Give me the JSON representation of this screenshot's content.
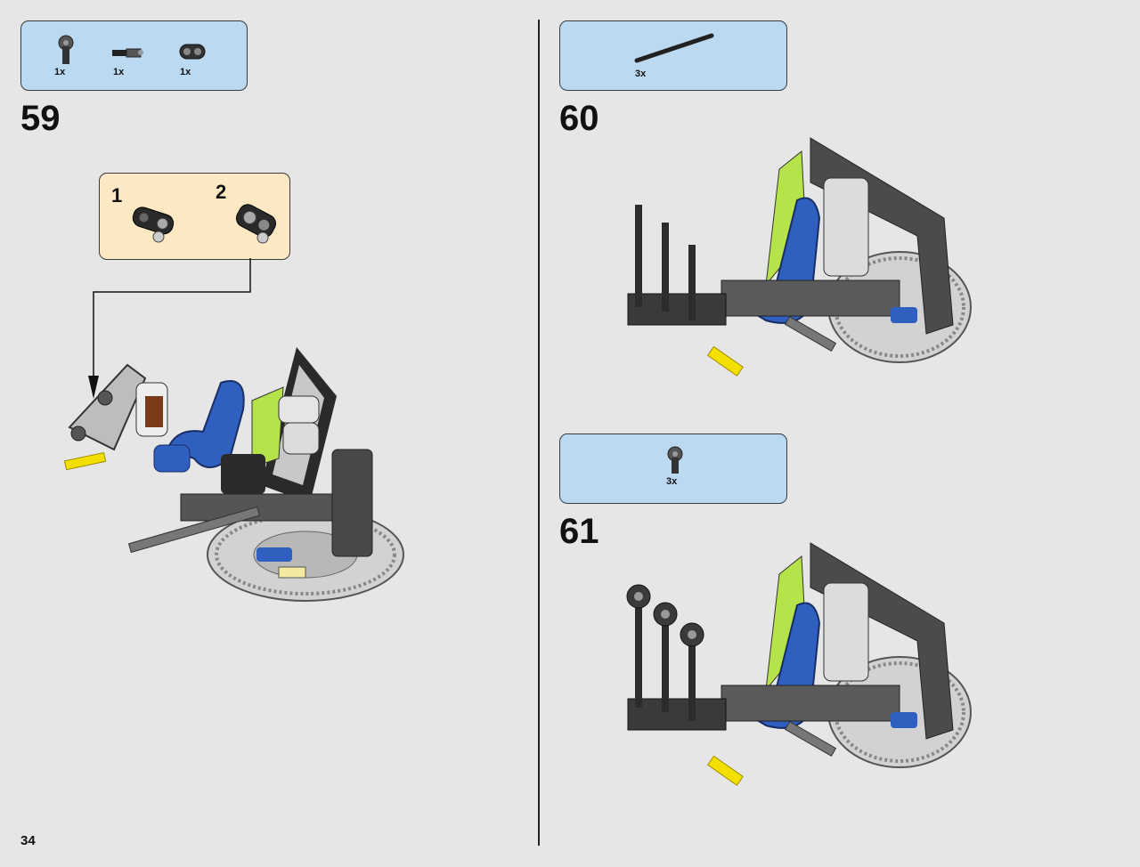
{
  "page": {
    "number": "34"
  },
  "steps": [
    {
      "number": "59",
      "parts": [
        {
          "icon": "connector-peg-icon",
          "qty": "1x"
        },
        {
          "icon": "axle-peg-icon",
          "qty": "1x"
        },
        {
          "icon": "double-connector-icon",
          "qty": "1x"
        }
      ],
      "subassembly": [
        {
          "number": "1",
          "icon": "connector-block-icon"
        },
        {
          "number": "2",
          "icon": "connector-block-rotated-icon"
        }
      ]
    },
    {
      "number": "60",
      "parts": [
        {
          "icon": "axle-icon",
          "qty": "3x"
        }
      ]
    },
    {
      "number": "61",
      "parts": [
        {
          "icon": "connector-peg-icon",
          "qty": "3x"
        }
      ]
    }
  ],
  "colors": {
    "parts_box": "#bcd9f2",
    "subassembly_box": "#fce9c3",
    "page_background": "#e6e6e6"
  }
}
